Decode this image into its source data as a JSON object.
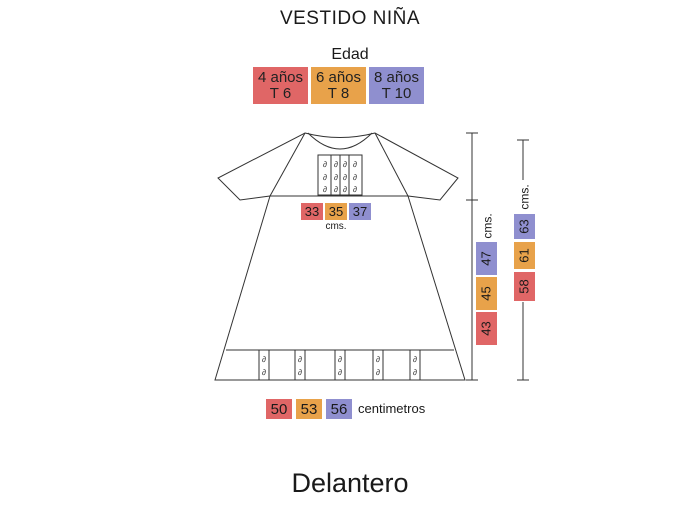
{
  "title": "VESTIDO NIÑA",
  "age_heading": "Edad",
  "sizes": [
    {
      "age": "4 años",
      "size": "T 6",
      "color": "#e06666"
    },
    {
      "age": "6 años",
      "size": "T 8",
      "color": "#e8a24a"
    },
    {
      "age": "8 años",
      "size": "T 10",
      "color": "#8f8fcf"
    }
  ],
  "yoke_width": {
    "values": [
      "33",
      "35",
      "37"
    ],
    "unit": "cms."
  },
  "hem_width": {
    "values": [
      "50",
      "53",
      "56"
    ],
    "unit": "centimetros"
  },
  "skirt_length": {
    "values": [
      "43",
      "45",
      "47"
    ],
    "unit": "cms."
  },
  "total_length": {
    "values": [
      "58",
      "61",
      "63"
    ],
    "unit": "cms."
  },
  "embroidery_glyph": "∂",
  "footer": "Delantero"
}
